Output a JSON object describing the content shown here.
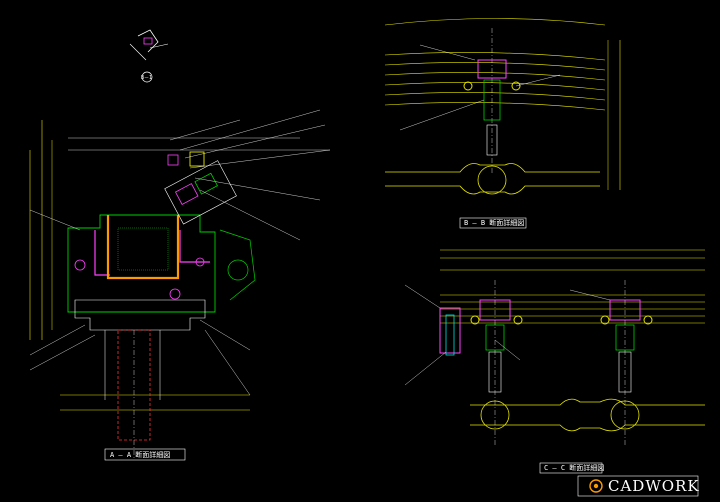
{
  "drawing": {
    "section_aa_title": "A — A  断面詳細図",
    "section_bb_title": "B — B  断面詳細図",
    "section_cc_title": "C — C  断面詳細図",
    "detail_b1_label": "B－1",
    "brand": "CADWORK",
    "colors": {
      "background": "#000000",
      "yellow": "#e6e600",
      "white": "#ffffff",
      "green": "#00d000",
      "magenta": "#ff40ff",
      "cyan": "#00e0e0",
      "red": "#ff3030",
      "orange": "#ff9900"
    }
  }
}
